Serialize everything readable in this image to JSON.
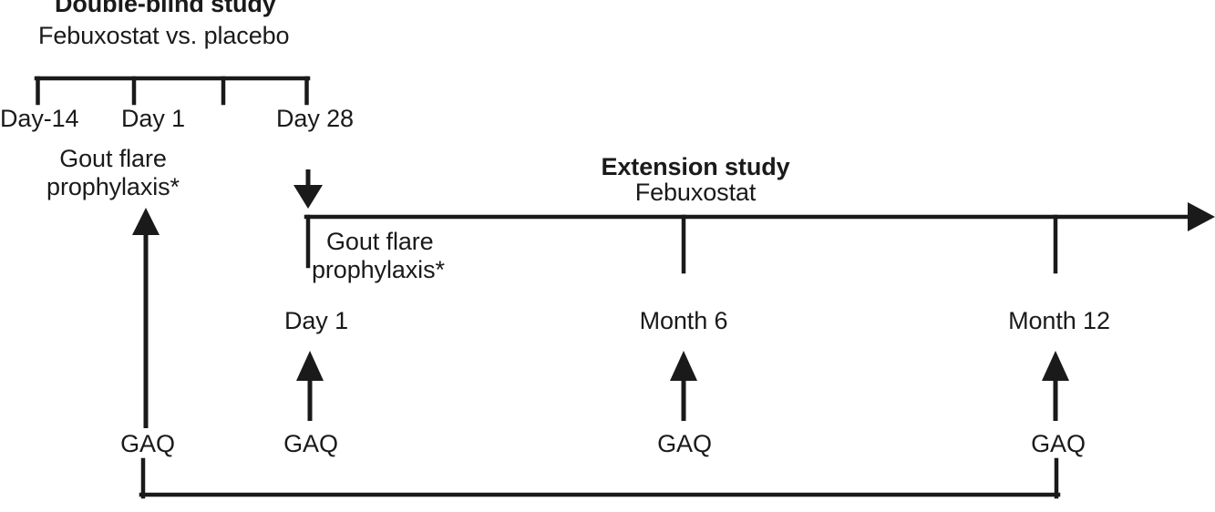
{
  "figure": {
    "kind": "clinical-study-design-timeline",
    "line_color": "#1a1a1a",
    "background_color": "#ffffff"
  },
  "double_blind_phase": {
    "title": "Double-blind study",
    "subtitle": "Febuxostat vs. placebo",
    "timepoints": [
      {
        "label": "Day-14"
      },
      {
        "label": "Day 1"
      },
      {
        "label": "Day 28"
      }
    ],
    "prophylaxis_note_line1": "Gout flare",
    "prophylaxis_note_line2": "prophylaxis*"
  },
  "extension_phase": {
    "title": "Extension study",
    "subtitle": "Febuxostat",
    "prophylaxis_note_line1": "Gout flare",
    "prophylaxis_note_line2": "prophylaxis*",
    "timepoints": [
      {
        "label": "Day 1"
      },
      {
        "label": "Month 6"
      },
      {
        "label": "Month 12"
      }
    ]
  },
  "assessments": {
    "name": "GAQ",
    "points": [
      {
        "label": "GAQ"
      },
      {
        "label": "GAQ"
      },
      {
        "label": "GAQ"
      },
      {
        "label": "GAQ"
      }
    ]
  }
}
